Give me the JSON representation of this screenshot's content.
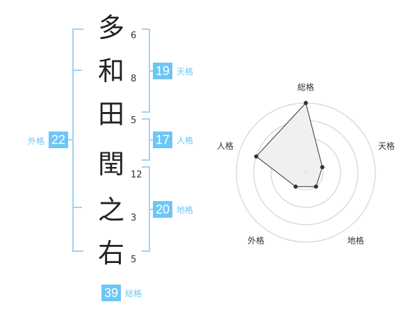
{
  "characters": [
    {
      "char": "多",
      "strokes": "6"
    },
    {
      "char": "和",
      "strokes": "8"
    },
    {
      "char": "田",
      "strokes": "5"
    },
    {
      "char": "閏",
      "strokes": "12"
    },
    {
      "char": "之",
      "strokes": "3"
    },
    {
      "char": "右",
      "strokes": "5"
    }
  ],
  "kaku": {
    "tenkaku": {
      "value": "19",
      "label": "天格"
    },
    "jinkaku": {
      "value": "17",
      "label": "人格"
    },
    "chikaku": {
      "value": "20",
      "label": "地格"
    },
    "gaikaku": {
      "value": "22",
      "label": "外格"
    },
    "soukaku": {
      "value": "39",
      "label": "総格"
    }
  },
  "chart_data": {
    "type": "radar",
    "axes": [
      "総格",
      "天格",
      "地格",
      "外格",
      "人格"
    ],
    "values": [
      4,
      1,
      1,
      1,
      3
    ],
    "max": 4,
    "rings": 4
  },
  "colors": {
    "accent": "#6ec6f5",
    "bracket": "#9fd3f5",
    "fill": "#eeeeee",
    "grid": "#cccccc"
  }
}
